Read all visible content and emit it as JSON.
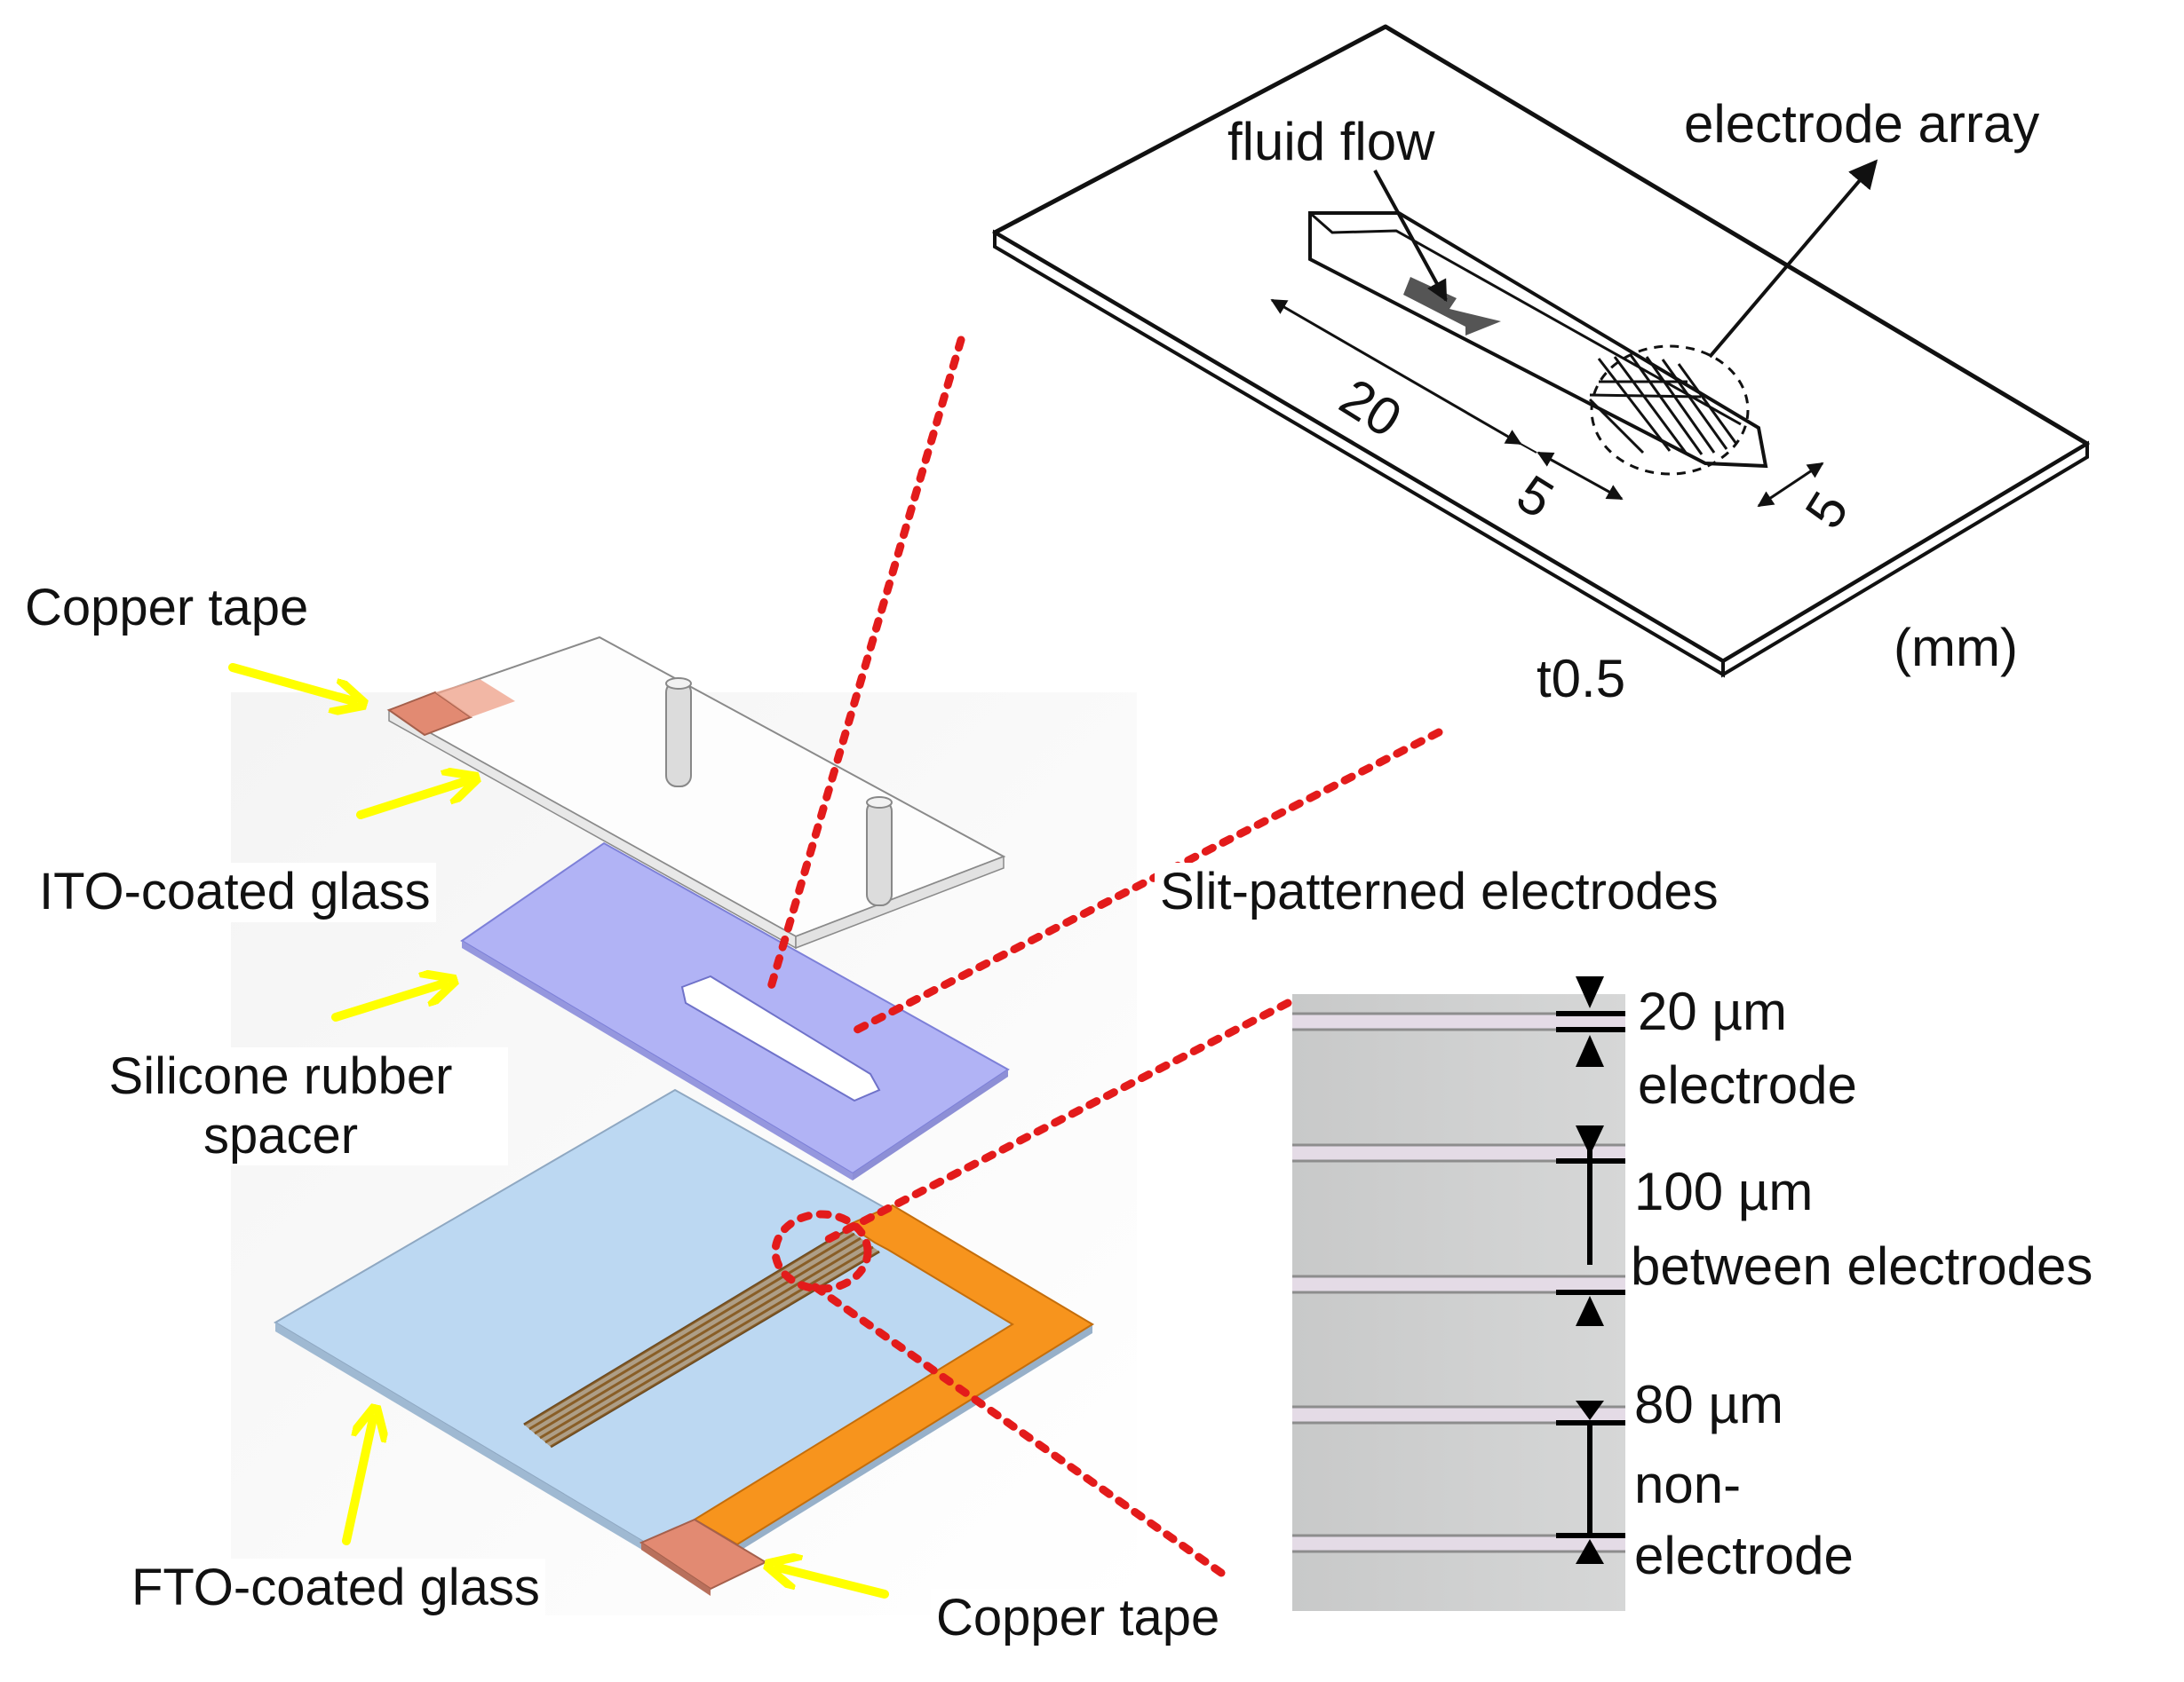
{
  "device": {
    "fluid_flow": "fluid flow",
    "electrode_array": "electrode array",
    "dim_length": "20",
    "dim_electrode": "5",
    "dim_width": "5",
    "thickness": "t0.5",
    "unit": "(mm)"
  },
  "exploded": {
    "copper_tape_top": "Copper tape",
    "ito_glass": "ITO-coated glass",
    "silicone_spacer_line1": "Silicone rubber",
    "silicone_spacer_line2": "spacer",
    "fto_glass": "FTO-coated glass",
    "copper_tape_bottom": "Copper tape"
  },
  "micrograph": {
    "title": "Slit-patterned electrodes",
    "electrode_width_value": "20 µm",
    "electrode_width_label": "electrode",
    "spacing_value": "100 µm",
    "spacing_label": "between electrodes",
    "non_electrode_value": "80 µm",
    "non_electrode_label_1": "non-",
    "non_electrode_label_2": "electrode"
  },
  "colors": {
    "callout": "#e31b1b",
    "arrow": "#ffff00",
    "spacer": "#b1b3f5",
    "fto": "#bcd8f2",
    "copper": "#e89a80",
    "orange_trace": "#f7941d"
  }
}
